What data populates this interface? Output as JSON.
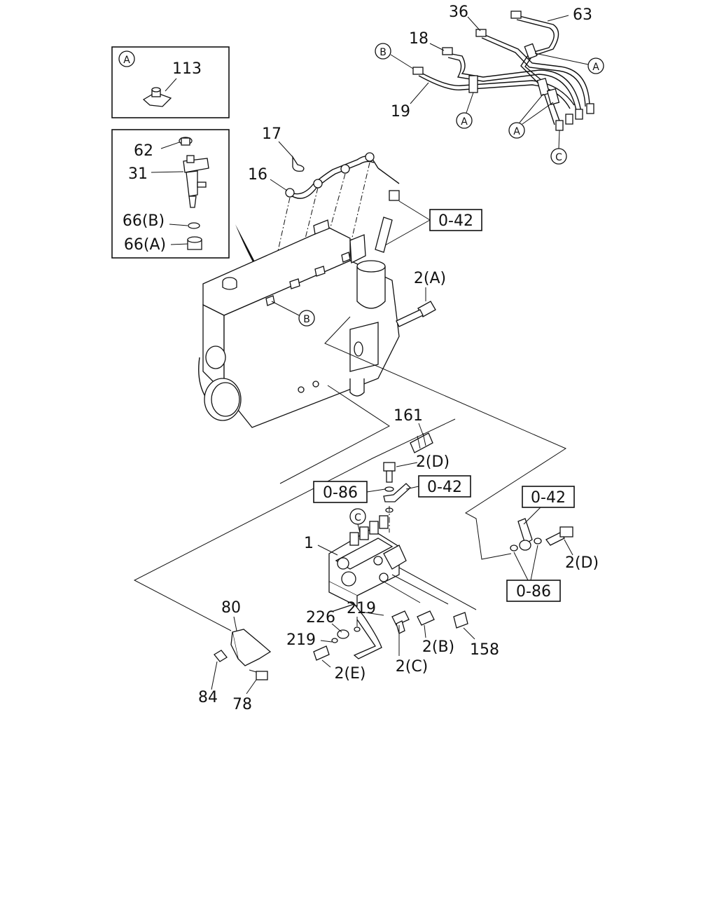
{
  "callouts": [
    {
      "key": "p113",
      "text": "113"
    },
    {
      "key": "p62",
      "text": "62"
    },
    {
      "key": "p31",
      "text": "31"
    },
    {
      "key": "p66b",
      "text": "66(B)"
    },
    {
      "key": "p66a",
      "text": "66(A)"
    },
    {
      "key": "p36",
      "text": "36"
    },
    {
      "key": "p63",
      "text": "63"
    },
    {
      "key": "p18",
      "text": "18"
    },
    {
      "key": "p19",
      "text": "19"
    },
    {
      "key": "p17",
      "text": "17"
    },
    {
      "key": "p16",
      "text": "16"
    },
    {
      "key": "p2a",
      "text": "2(A)"
    },
    {
      "key": "p161",
      "text": "161"
    },
    {
      "key": "p2d1",
      "text": "2(D)"
    },
    {
      "key": "p1",
      "text": "1"
    },
    {
      "key": "p2d2",
      "text": "2(D)"
    },
    {
      "key": "p80",
      "text": "80"
    },
    {
      "key": "p226",
      "text": "226"
    },
    {
      "key": "p219a",
      "text": "219"
    },
    {
      "key": "p219b",
      "text": "219"
    },
    {
      "key": "p2e",
      "text": "2(E)"
    },
    {
      "key": "p2c",
      "text": "2(C)"
    },
    {
      "key": "p2b",
      "text": "2(B)"
    },
    {
      "key": "p158",
      "text": "158"
    },
    {
      "key": "p84",
      "text": "84"
    },
    {
      "key": "p78",
      "text": "78"
    }
  ],
  "refs": {
    "ref042a": "0-42",
    "ref042b": "0-42",
    "ref042c": "0-42",
    "ref086a": "0-86",
    "ref086b": "0-86"
  },
  "markers": {
    "a_inset": "A",
    "a1": "A",
    "a2": "A",
    "a3": "A",
    "b1": "B",
    "b2": "B",
    "c1": "C",
    "c2": "C"
  }
}
